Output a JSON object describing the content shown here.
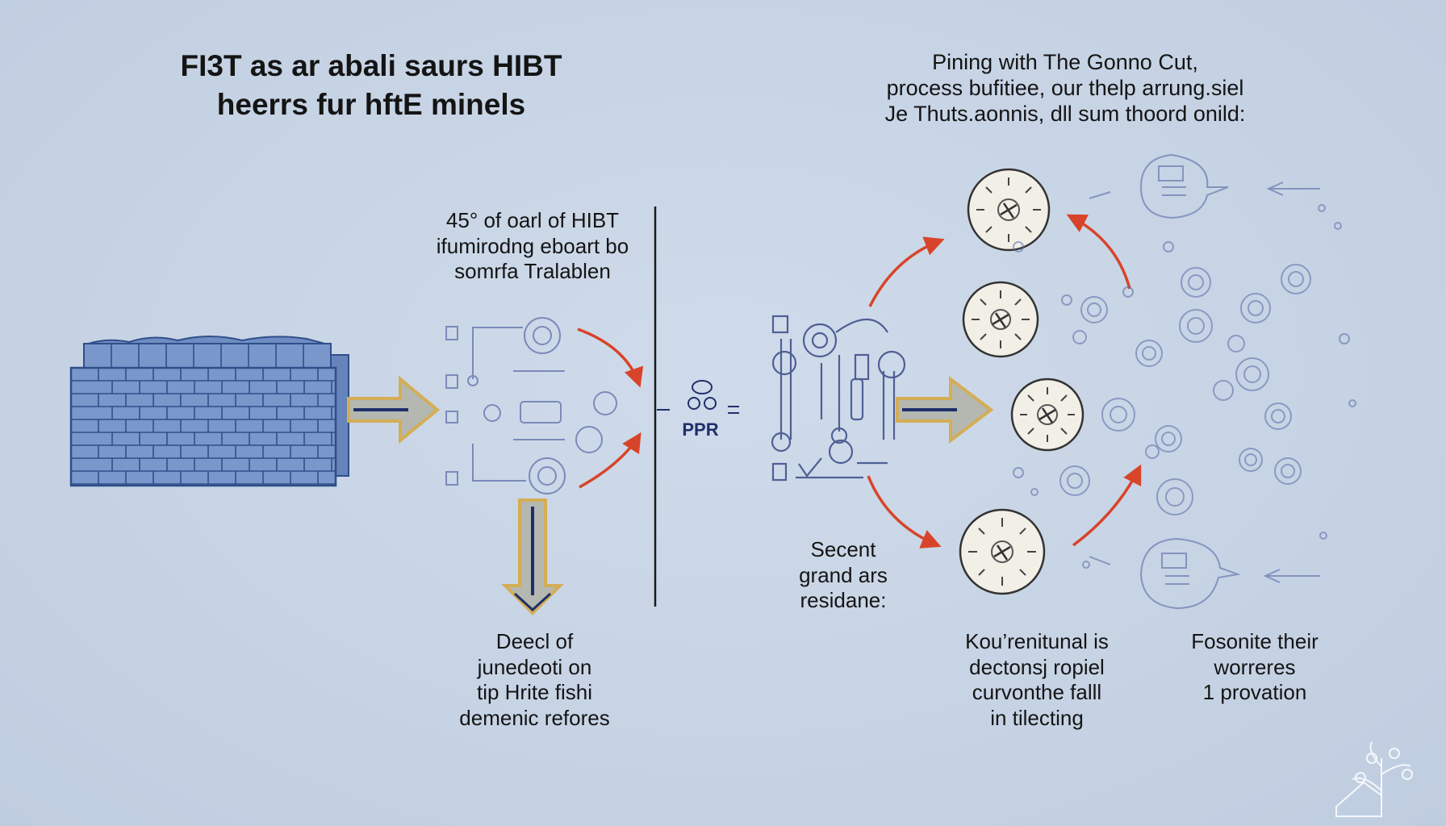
{
  "title_left": [
    "FI3T as ar abali saurs HIBT",
    "heerrs fur hftE minels"
  ],
  "title_right": [
    "Pining with The Gonno Cut,",
    "process bufitiee, our thelp arrung.siel",
    "Je Thuts.aonnis, dll sum thoord onild:"
  ],
  "label_stat": [
    "45° of oarl of HIBT",
    "ifumirodng eboart bo",
    "somrfa Tralablen"
  ],
  "label_bottom_left": [
    "Deecl of",
    "junedeoti on",
    "tip Hrite fishi",
    "demenic refores"
  ],
  "label_center": [
    "Secent",
    "grand ars",
    "residane:"
  ],
  "label_bottom_mid": [
    "Kou’renitunal is",
    "dectonsj ropiel",
    "curvonthe falll",
    "in tilecting"
  ],
  "label_bottom_right": [
    "Fosonite their",
    "worreres",
    "1 provation"
  ],
  "node_text": "PPR",
  "colors": {
    "background": "#c9d6e6",
    "brick": "#6f8cc3",
    "brick_line": "#2f4f8a",
    "arrow_fill": "#b4b8b0",
    "arrow_edge": "#d4ad55",
    "arrow_core": "#1f2f6b",
    "curve_red": "#d8442a",
    "sketch": "#5a6aa6"
  }
}
